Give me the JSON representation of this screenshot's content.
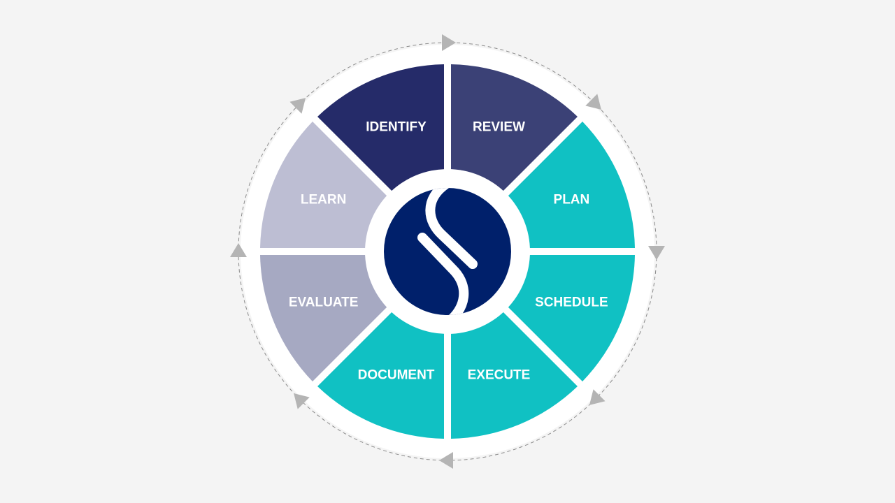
{
  "diagram": {
    "center_logo": "S",
    "segments": [
      {
        "label": "REVIEW",
        "color": "#3b4176"
      },
      {
        "label": "PLAN",
        "color": "#10c1c3"
      },
      {
        "label": "SCHEDULE",
        "color": "#10c1c3"
      },
      {
        "label": "EXECUTE",
        "color": "#10c1c3"
      },
      {
        "label": "DOCUMENT",
        "color": "#10c1c3"
      },
      {
        "label": "EVALUATE",
        "color": "#a6a9c2"
      },
      {
        "label": "LEARN",
        "color": "#bdbed3"
      },
      {
        "label": "IDENTIFY",
        "color": "#252b69"
      }
    ],
    "logo_color": "#00206b",
    "arrow_color": "#b4b4b4",
    "direction": "clockwise"
  }
}
